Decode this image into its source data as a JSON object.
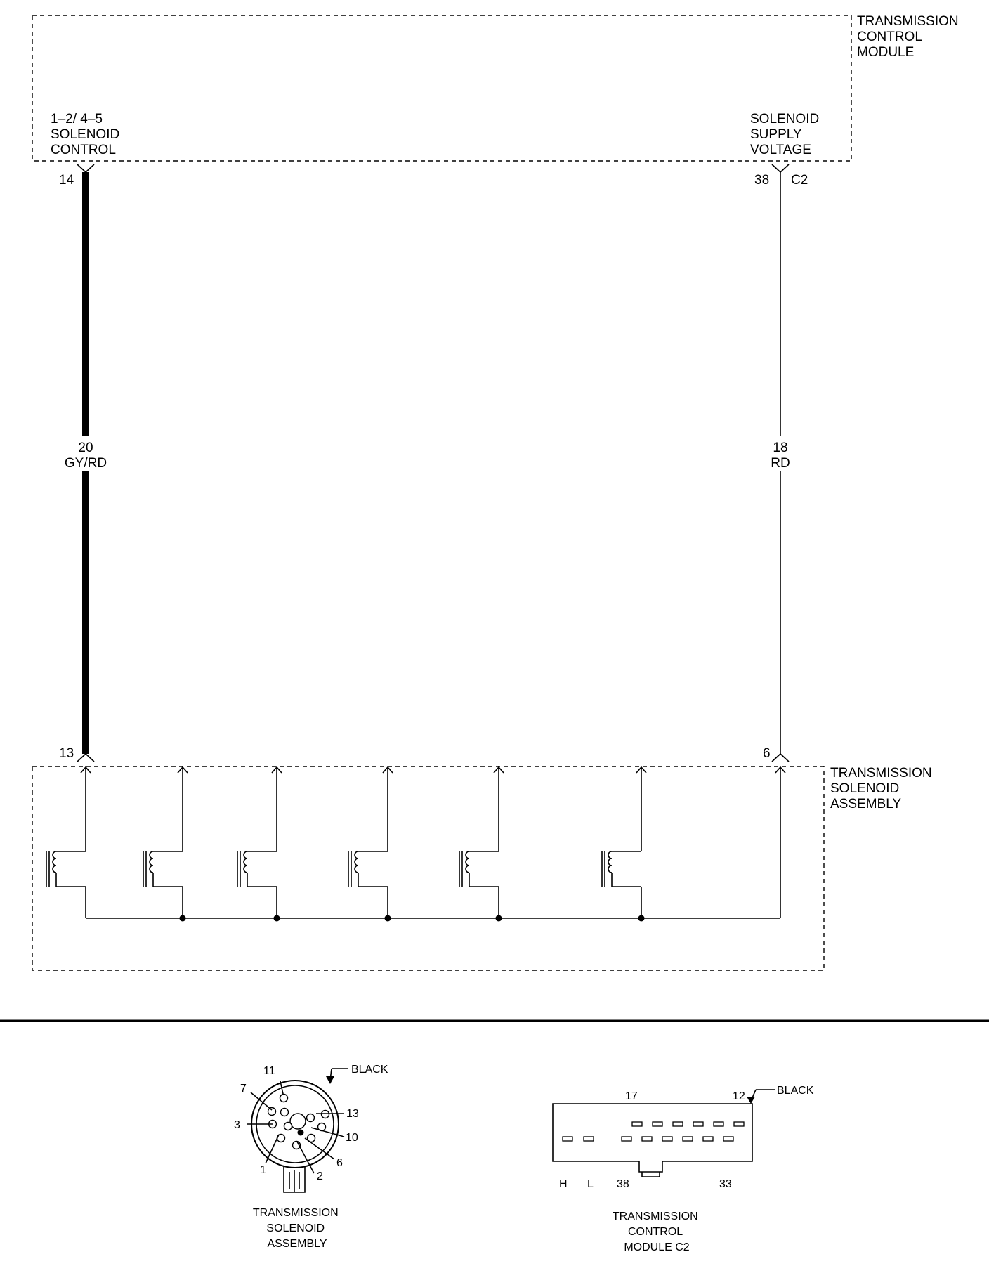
{
  "modules": {
    "tcm_label": [
      "TRANSMISSION",
      "CONTROL",
      "MODULE"
    ],
    "tsa_label": [
      "TRANSMISSION",
      "SOLENOID",
      "ASSEMBLY"
    ]
  },
  "signals": {
    "solenoid_control": [
      "1–2/ 4–5",
      "SOLENOID",
      "CONTROL"
    ],
    "supply_voltage": [
      "SOLENOID",
      "SUPPLY",
      "VOLTAGE"
    ]
  },
  "pins": {
    "tcm_control_pin": "14",
    "tcm_supply_pin": "38",
    "tcm_connector": "C2",
    "tsa_control_pin": "13",
    "tsa_supply_pin": "6"
  },
  "wires": {
    "control_wire": {
      "gauge": "20",
      "color": "GY/RD"
    },
    "supply_wire": {
      "gauge": "18",
      "color": "RD"
    }
  },
  "connector_views": {
    "solenoid_connector": {
      "color_label": "BLACK",
      "pin_labels": [
        "11",
        "7",
        "13",
        "3",
        "10",
        "6",
        "1",
        "2"
      ],
      "caption": [
        "TRANSMISSION",
        "SOLENOID",
        "ASSEMBLY"
      ]
    },
    "tcm_connector": {
      "color_label": "BLACK",
      "top_pin_labels": [
        "17",
        "12"
      ],
      "bottom_pin_labels": [
        "H",
        "L",
        "38",
        "33"
      ],
      "caption": [
        "TRANSMISSION",
        "CONTROL",
        "MODULE C2"
      ]
    }
  }
}
